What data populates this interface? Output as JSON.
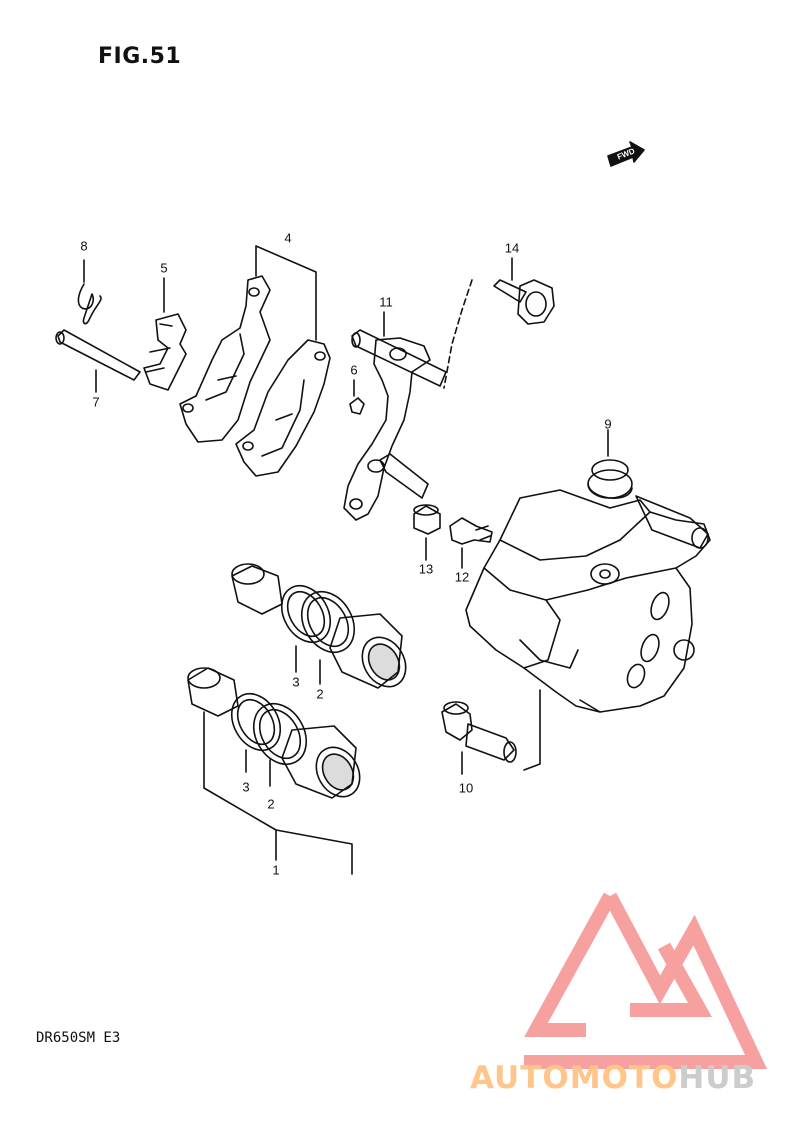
{
  "figure": {
    "title": "FIG.51",
    "model_code": "DR650SM E3",
    "fwd_label": "FWD"
  },
  "callouts": [
    "1",
    "2",
    "3",
    "2",
    "3",
    "4",
    "5",
    "6",
    "7",
    "8",
    "9",
    "10",
    "11",
    "12",
    "13",
    "14"
  ],
  "watermark": {
    "part1": "AUTO",
    "part2": "MOTO",
    "part3": "HUB",
    "colors": {
      "logo": "#f6a0a0",
      "auto": "#ffc58a",
      "moto": "#ffc58a",
      "hub": "#cccccc"
    }
  }
}
